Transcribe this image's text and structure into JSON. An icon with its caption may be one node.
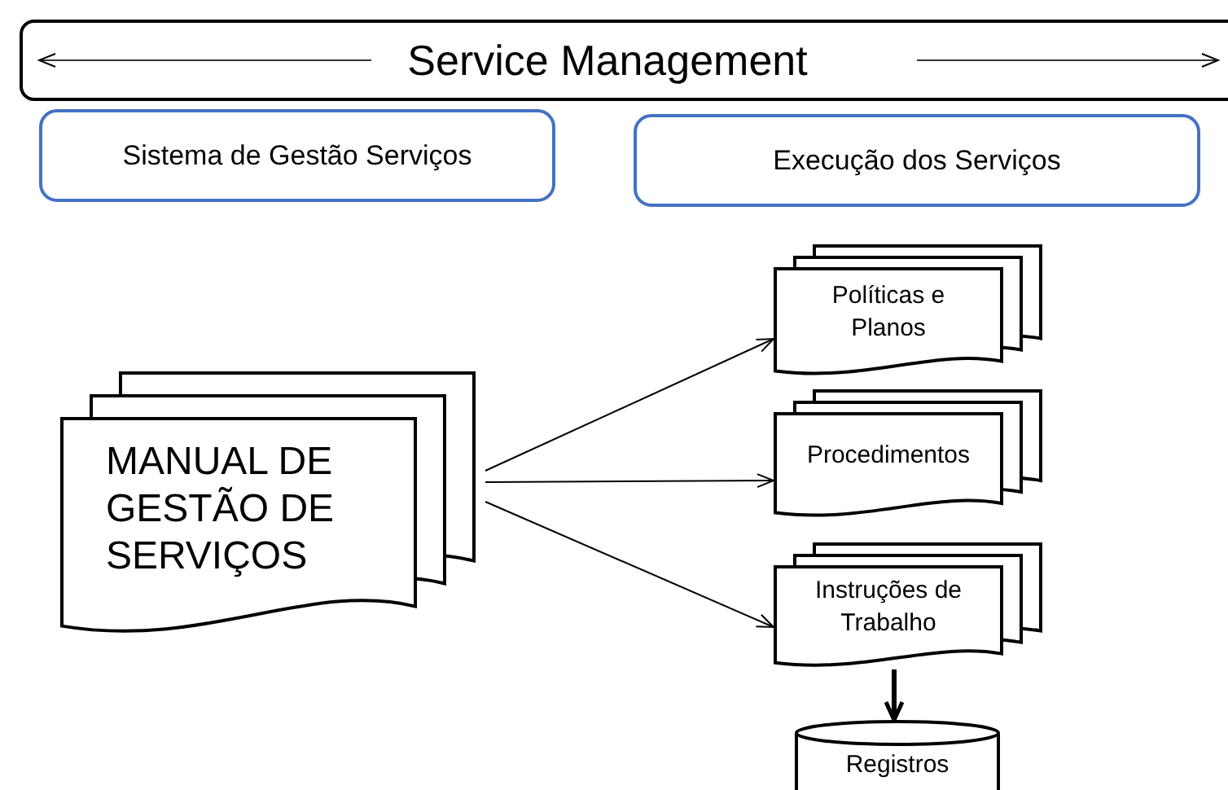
{
  "diagram": {
    "nodes": [
      {
        "text": [
          "Service Management"
        ]
      },
      {
        "text": [
          "Sistema de Gestão Serviços"
        ]
      },
      {
        "text": [
          "Execução dos Serviços"
        ]
      },
      {
        "text": [
          "MANUAL DE GESTÃO DE SERVIÇOS"
        ]
      },
      {
        "text": [
          "Políticas e Planos"
        ]
      },
      {
        "text": [
          "Procedimentos"
        ]
      },
      {
        "text": [
          "Instruções de Trabalho"
        ]
      },
      {
        "text": [
          "Registros"
        ]
      }
    ],
    "edges": [
      {
        "from": 3,
        "to": 4,
        "arrow": "to"
      },
      {
        "from": 3,
        "to": 5,
        "arrow": "to"
      },
      {
        "from": 3,
        "to": 6,
        "arrow": "to"
      },
      {
        "from": 6,
        "to": 7,
        "arrow": "to",
        "style": "thick"
      }
    ]
  }
}
